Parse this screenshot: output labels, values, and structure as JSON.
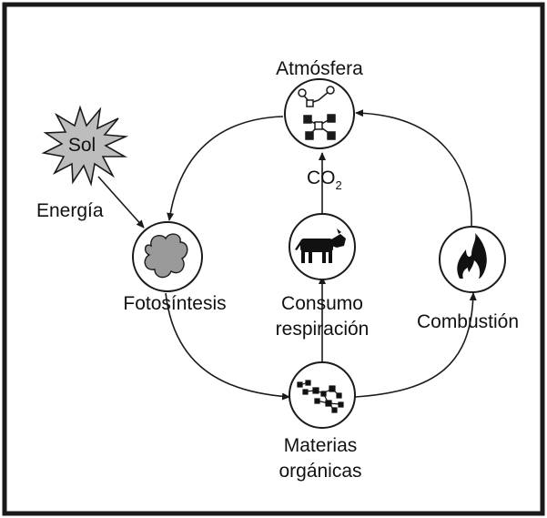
{
  "nodes": {
    "atmosphere": {
      "label": "Atmósfera",
      "sublabel": "CO",
      "sublabel_sub": "2"
    },
    "sun": {
      "label": "Sol",
      "energy_label": "Energía"
    },
    "photosynthesis": {
      "label": "Fotosíntesis"
    },
    "consumption": {
      "label_line1": "Consumo",
      "label_line2": "respiración"
    },
    "combustion": {
      "label": "Combustión"
    },
    "organic_matter": {
      "label_line1": "Materias",
      "label_line2": "orgánicas"
    }
  },
  "icons": {
    "atmosphere": "molecule-icon",
    "photosynthesis": "leaf-icon",
    "consumption": "cow-icon",
    "combustion": "fire-icon",
    "organic_matter": "organic-matter-icon"
  },
  "colors": {
    "frame": "#1a1a1a",
    "sun_fill": "#bdbdbd",
    "leaf_fill": "#9a9a9a"
  }
}
